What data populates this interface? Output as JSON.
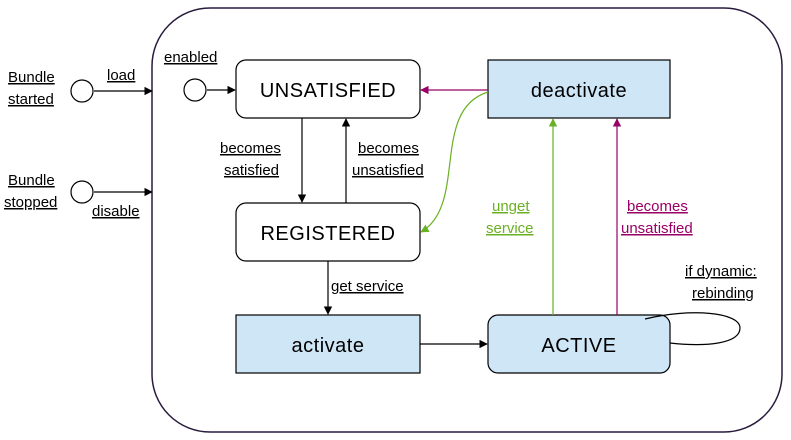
{
  "external": {
    "bundle_started": [
      "Bundle",
      "started"
    ],
    "bundle_stopped": [
      "Bundle",
      "stopped"
    ],
    "load": "load",
    "disable": "disable",
    "enabled": "enabled"
  },
  "states": {
    "unsatisfied": "UNSATISFIED",
    "registered": "REGISTERED",
    "active": "ACTIVE",
    "deactivate": "deactivate",
    "activate": "activate"
  },
  "transitions": {
    "becomes_satisfied": [
      "becomes",
      "satisfied"
    ],
    "becomes_unsatisfied_left": [
      "becomes",
      "unsatisfied"
    ],
    "get_service": "get service",
    "unget_service": [
      "unget",
      "service"
    ],
    "becomes_unsatisfied_right": [
      "becomes",
      "unsatisfied"
    ],
    "dynamic_rebinding": [
      "if dynamic:",
      "rebinding"
    ]
  },
  "colors": {
    "state_fill": "#cfe6f7",
    "green": "#6ab023",
    "magenta": "#990066",
    "outline": "#000000"
  }
}
